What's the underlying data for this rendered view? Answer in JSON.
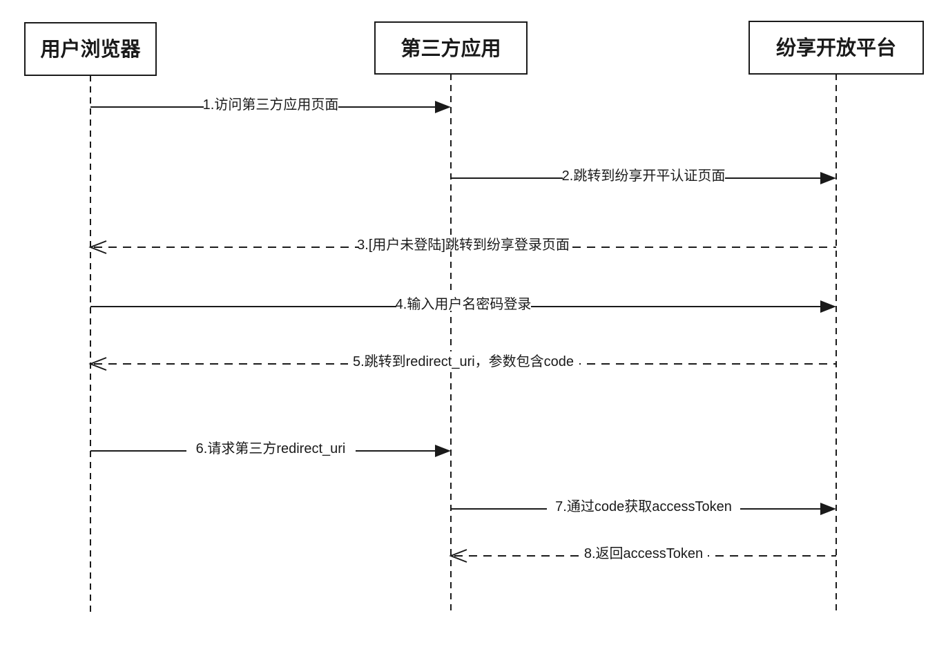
{
  "diagram": {
    "type": "sequence",
    "colors": {
      "line": "#1a1a1a",
      "background": "#ffffff"
    },
    "actors": [
      {
        "id": "user-browser",
        "name": "用户浏览器"
      },
      {
        "id": "third-party-app",
        "name": "第三方应用"
      },
      {
        "id": "open-platform",
        "name": "纷享开放平台"
      }
    ],
    "messages": [
      {
        "seq": 1,
        "label": "1.访问第三方应用页面",
        "from": "用户浏览器",
        "to": "第三方应用",
        "line": "solid",
        "arrow": "filled"
      },
      {
        "seq": 2,
        "label": "2.跳转到纷享开平认证页面",
        "from": "第三方应用",
        "to": "纷享开放平台",
        "line": "solid",
        "arrow": "filled"
      },
      {
        "seq": 3,
        "label": "3.[用户未登陆]跳转到纷享登录页面",
        "from": "纷享开放平台",
        "to": "用户浏览器",
        "line": "dashed",
        "arrow": "open"
      },
      {
        "seq": 4,
        "label": "4.输入用户名密码登录",
        "from": "用户浏览器",
        "to": "纷享开放平台",
        "line": "solid",
        "arrow": "filled"
      },
      {
        "seq": 5,
        "label": "5.跳转到redirect_uri，参数包含code",
        "from": "纷享开放平台",
        "to": "用户浏览器",
        "line": "dashed",
        "arrow": "open"
      },
      {
        "seq": 6,
        "label": "6.请求第三方redirect_uri",
        "from": "用户浏览器",
        "to": "第三方应用",
        "line": "solid",
        "arrow": "filled"
      },
      {
        "seq": 7,
        "label": "7.通过code获取accessToken",
        "from": "第三方应用",
        "to": "纷享开放平台",
        "line": "solid",
        "arrow": "filled"
      },
      {
        "seq": 8,
        "label": "8.返回accessToken",
        "from": "纷享开放平台",
        "to": "第三方应用",
        "line": "dashed",
        "arrow": "open"
      }
    ]
  }
}
